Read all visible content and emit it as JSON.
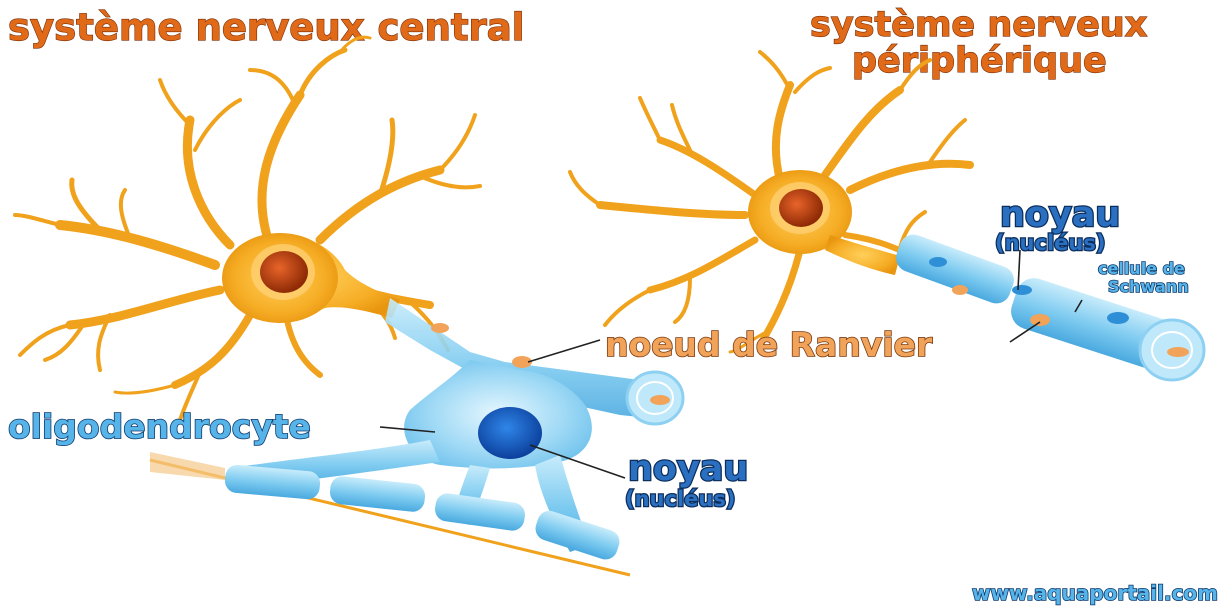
{
  "titles": {
    "cns": "système nerveux central",
    "pns_line1": "système nerveux",
    "pns_line2": "périphérique"
  },
  "labels": {
    "ranvier": "noeud de Ranvier",
    "oligodendrocyte": "oligodendrocyte",
    "noyau_left": "noyau",
    "nucleus_left": "(nucléus)",
    "noyau_right": "noyau",
    "nucleus_right": "(nucléus)",
    "schwann_line1": "cellule de",
    "schwann_line2": "Schwann"
  },
  "watermark": "www.aquaportail.com",
  "colors": {
    "neuron": "#f0a21c",
    "nucleus": "#c84a0c",
    "myelin": "#8fd0f2",
    "oligo_nucleus": "#1b64c8",
    "title_text": "#e06a18"
  }
}
